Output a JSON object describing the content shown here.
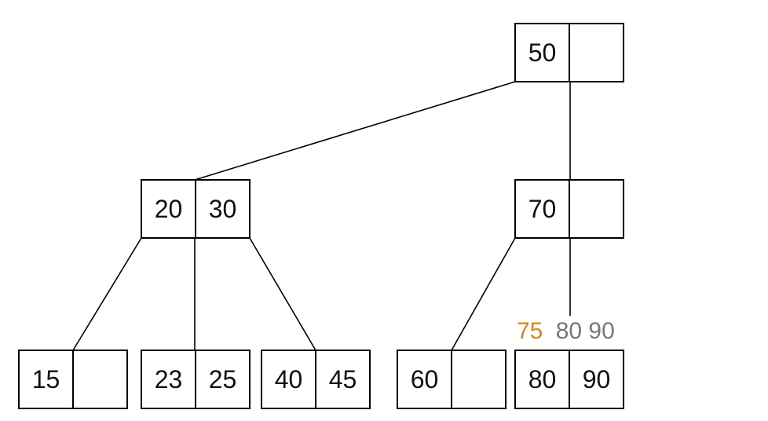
{
  "tree": {
    "nodes": [
      {
        "id": "root",
        "keys": [
          "50",
          ""
        ]
      },
      {
        "id": "n2030",
        "keys": [
          "20",
          "30"
        ]
      },
      {
        "id": "n70",
        "keys": [
          "70",
          ""
        ]
      },
      {
        "id": "n15",
        "keys": [
          "15",
          ""
        ]
      },
      {
        "id": "n2325",
        "keys": [
          "23",
          "25"
        ]
      },
      {
        "id": "n4045",
        "keys": [
          "40",
          "45"
        ]
      },
      {
        "id": "n60",
        "keys": [
          "60",
          ""
        ]
      },
      {
        "id": "n8090",
        "keys": [
          "80",
          "90"
        ]
      }
    ],
    "edges": [
      {
        "from": "root",
        "to": "n2030"
      },
      {
        "from": "root",
        "to": "n70"
      },
      {
        "from": "n2030",
        "to": "n15"
      },
      {
        "from": "n2030",
        "to": "n2325"
      },
      {
        "from": "n2030",
        "to": "n4045"
      },
      {
        "from": "n70",
        "to": "n60"
      },
      {
        "from": "n70",
        "to": "n8090"
      }
    ]
  },
  "annotation": {
    "inserted": "75",
    "rest": "80 90",
    "inserted_color": "#d4861a",
    "rest_color": "#777777"
  }
}
